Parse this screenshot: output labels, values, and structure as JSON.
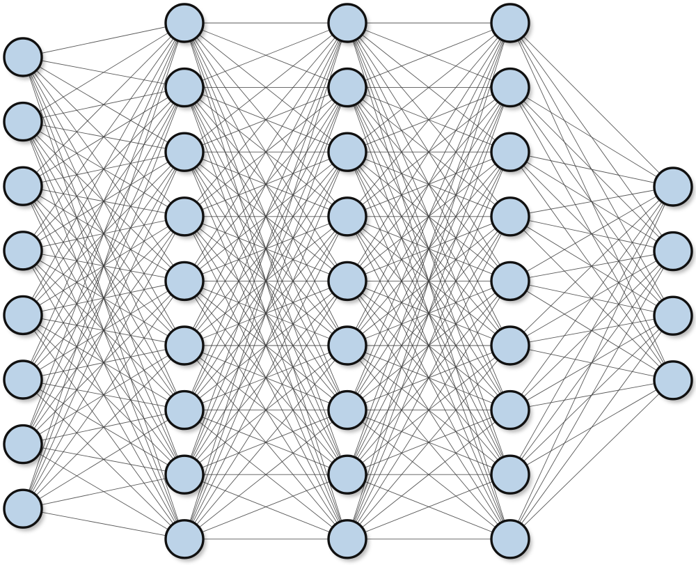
{
  "diagram": {
    "type": "neural-network",
    "node_fill": "#bcd3e8",
    "node_stroke": "#111111",
    "edge_color": "#3a3a3a",
    "background": "#ffffff",
    "fully_connected": true,
    "layers": [
      {
        "id": "input-layer",
        "role": "input",
        "node_count": 8
      },
      {
        "id": "hidden-layer-1",
        "role": "hidden",
        "node_count": 9
      },
      {
        "id": "hidden-layer-2",
        "role": "hidden",
        "node_count": 9
      },
      {
        "id": "hidden-layer-3",
        "role": "hidden",
        "node_count": 9
      },
      {
        "id": "output-layer",
        "role": "output",
        "node_count": 4
      }
    ]
  }
}
